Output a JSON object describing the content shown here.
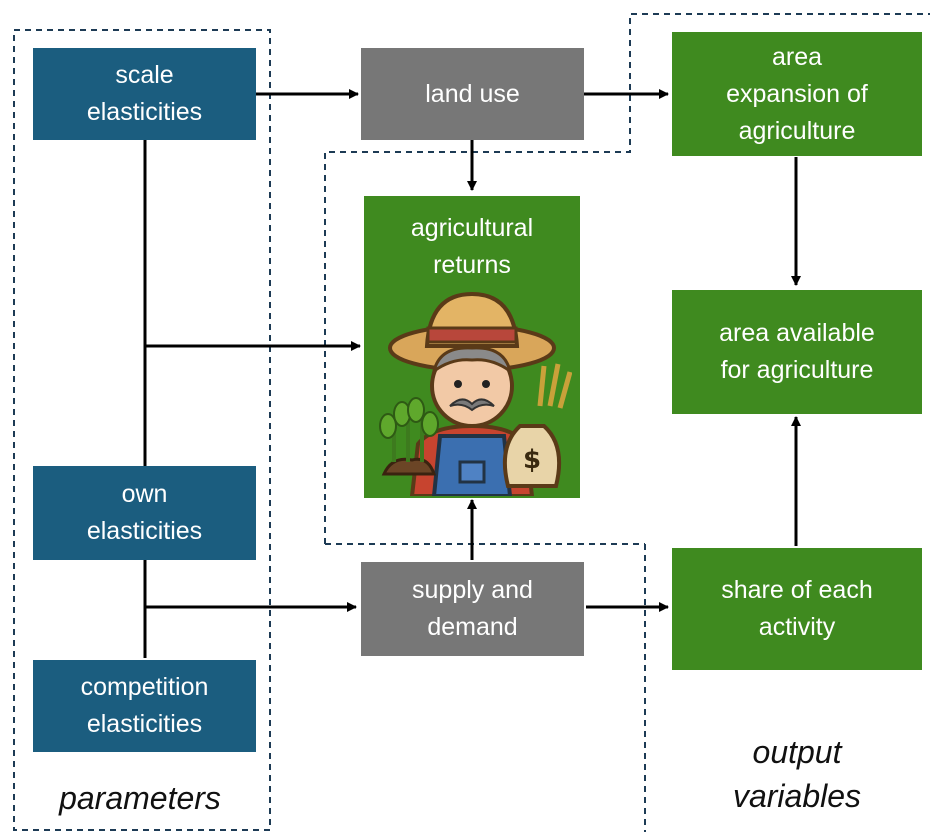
{
  "parameters": {
    "scale": [
      "scale",
      "elasticities"
    ],
    "own": [
      "own",
      "elasticities"
    ],
    "competition": [
      "competition",
      "elasticities"
    ],
    "group_label": "parameters"
  },
  "process": {
    "land_use": [
      "land use"
    ],
    "agricultural_returns": [
      "agricultural",
      "returns"
    ],
    "supply_demand": [
      "supply and",
      "demand"
    ]
  },
  "outputs": {
    "area_expansion": [
      "area",
      "expansion of",
      "agriculture"
    ],
    "area_available": [
      "area available",
      "for agriculture"
    ],
    "share_activity": [
      "share of each",
      "activity"
    ],
    "group_label": [
      "output",
      "variables"
    ]
  },
  "colors": {
    "parameter_box": "#1b5d7f",
    "process_box": "#777777",
    "output_box": "#3f8a1f"
  },
  "illustration": "farmer-illustration"
}
